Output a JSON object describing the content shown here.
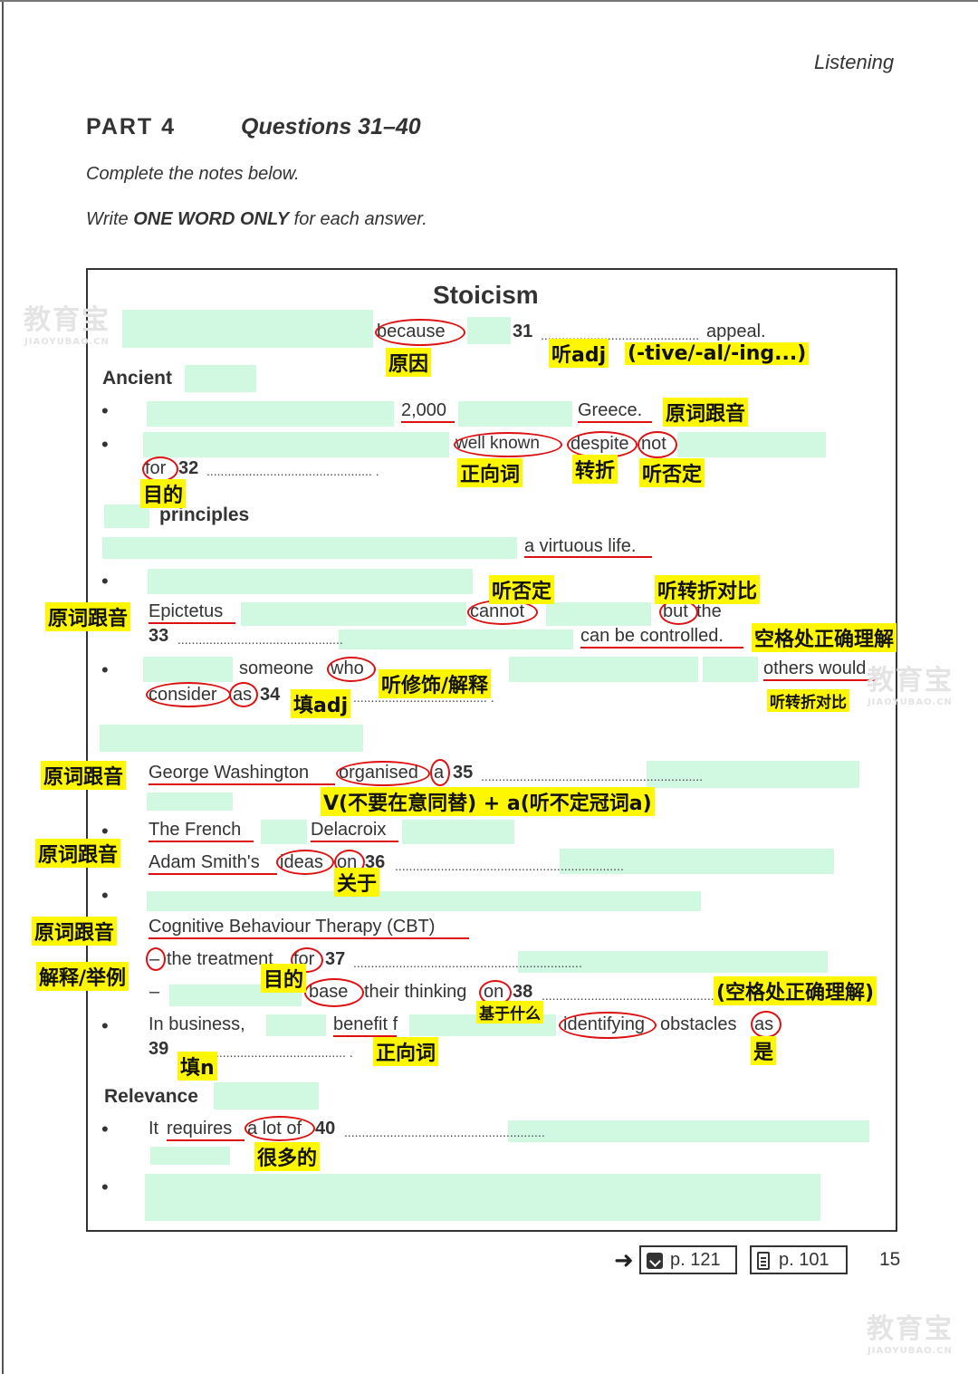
{
  "header": {
    "section": "Listening"
  },
  "part": {
    "label": "PART 4",
    "questions": "Questions 31–40"
  },
  "instructions": {
    "line1": "Complete the notes below.",
    "line2_pre": "Write ",
    "line2_bold": "ONE WORD ONLY",
    "line2_post": " for each answer."
  },
  "notes": {
    "title": "Stoicism",
    "intro": {
      "because": "because",
      "q": "31",
      "appeal": "appeal."
    },
    "ancient": {
      "heading": "Ancient",
      "years": "2,000",
      "place": "Greece.",
      "well_known": "well known",
      "despite": "despite",
      "not": "not",
      "for": "for",
      "q": "32"
    },
    "principles": {
      "heading": "principles",
      "life": "a virtuous life.",
      "epictetus": "Epictetus",
      "cannot": "cannot",
      "but": "but",
      "the": "the",
      "q33": "33",
      "controlled": "can be controlled.",
      "someone": "someone",
      "who": "who",
      "others": "others would",
      "consider": "consider",
      "as": "as",
      "q34": "34"
    },
    "influence": {
      "gw": "George Washington",
      "organised": "organised",
      "a": "a",
      "q35": "35",
      "french": "The French",
      "delacroix": "Delacroix",
      "smith": "Adam Smith's",
      "ideas": "ideas",
      "on": "on",
      "q36": "36",
      "cbt": "Cognitive Behaviour Therapy (CBT)",
      "dash": "–",
      "treatment": "the treatment",
      "for": "for",
      "q37": "37",
      "dash2": "–",
      "base": "base",
      "their_thinking": "their thinking",
      "on2": "on",
      "q38": "38",
      "business": "In business,",
      "benefit": "benefit f",
      "identifying": "identifying",
      "obstacles": "obstacles",
      "as": "as",
      "q39": "39"
    },
    "relevance": {
      "heading": "Relevance",
      "it": "It",
      "requires": "requires",
      "alot": "a lot of",
      "q40": "40"
    }
  },
  "annotations": {
    "a1": "原因",
    "a2": "听adj",
    "a3": "(-tive/-al/-ing...)",
    "a4": "原词跟音",
    "a5": "正向词",
    "a6": "转折",
    "a7": "听否定",
    "a8": "目的",
    "a9": "听否定",
    "a10": "听转折对比",
    "a11": "原词跟音",
    "a12": "空格处正确理解",
    "a13": "听修饰/解释",
    "a14": "填adj",
    "a15": "听转折对比",
    "a16": "原词跟音",
    "a17": "V(不要在意同替)  + a(听不定冠词a)",
    "a18": "原词跟音",
    "a19": "关于",
    "a20": "原词跟音",
    "a21": "解释/举例",
    "a22": "目的",
    "a23": "(空格处正确理解)",
    "a24": "基于什么",
    "a25": "正向词",
    "a26": "是",
    "a27": "填n",
    "a28": "很多的"
  },
  "watermark": {
    "cn": "教育宝",
    "en": "JIAOYUBAO.CN"
  },
  "footer": {
    "arrow": "➜",
    "ref1": "p. 121",
    "ref2": "p. 101",
    "page": "15"
  }
}
